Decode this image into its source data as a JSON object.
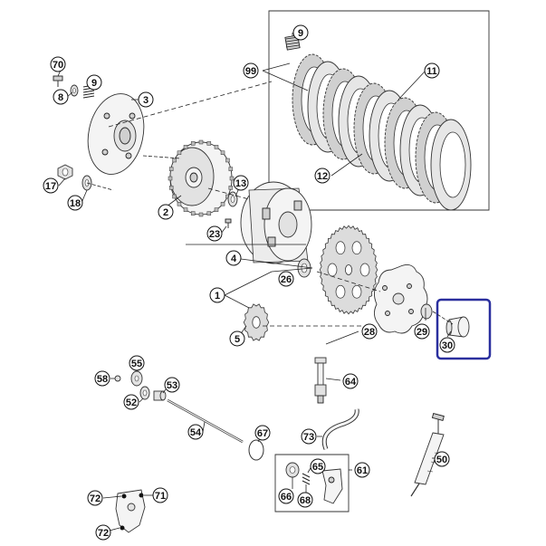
{
  "diagram": {
    "callouts": [
      {
        "id": "c70",
        "label": "70"
      },
      {
        "id": "c8",
        "label": "8"
      },
      {
        "id": "c9a",
        "label": "9"
      },
      {
        "id": "c3",
        "label": "3"
      },
      {
        "id": "c99",
        "label": "99"
      },
      {
        "id": "c9b",
        "label": "9"
      },
      {
        "id": "c11",
        "label": "11"
      },
      {
        "id": "c12",
        "label": "12"
      },
      {
        "id": "c17",
        "label": "17"
      },
      {
        "id": "c18",
        "label": "18"
      },
      {
        "id": "c13",
        "label": "13"
      },
      {
        "id": "c2",
        "label": "2"
      },
      {
        "id": "c23",
        "label": "23"
      },
      {
        "id": "c4",
        "label": "4"
      },
      {
        "id": "c1",
        "label": "1"
      },
      {
        "id": "c26",
        "label": "26"
      },
      {
        "id": "c5",
        "label": "5"
      },
      {
        "id": "c28",
        "label": "28"
      },
      {
        "id": "c29",
        "label": "29"
      },
      {
        "id": "c30",
        "label": "30"
      },
      {
        "id": "c58",
        "label": "58"
      },
      {
        "id": "c55",
        "label": "55"
      },
      {
        "id": "c53",
        "label": "53"
      },
      {
        "id": "c52",
        "label": "52"
      },
      {
        "id": "c54",
        "label": "54"
      },
      {
        "id": "c64",
        "label": "64"
      },
      {
        "id": "c73",
        "label": "73"
      },
      {
        "id": "c67",
        "label": "67"
      },
      {
        "id": "c65",
        "label": "65"
      },
      {
        "id": "c61",
        "label": "61"
      },
      {
        "id": "c66",
        "label": "66"
      },
      {
        "id": "c68",
        "label": "68"
      },
      {
        "id": "c50",
        "label": "50"
      },
      {
        "id": "c72a",
        "label": "72"
      },
      {
        "id": "c71",
        "label": "71"
      },
      {
        "id": "c72b",
        "label": "72"
      }
    ],
    "highlight_color": "#2a2f9e"
  }
}
